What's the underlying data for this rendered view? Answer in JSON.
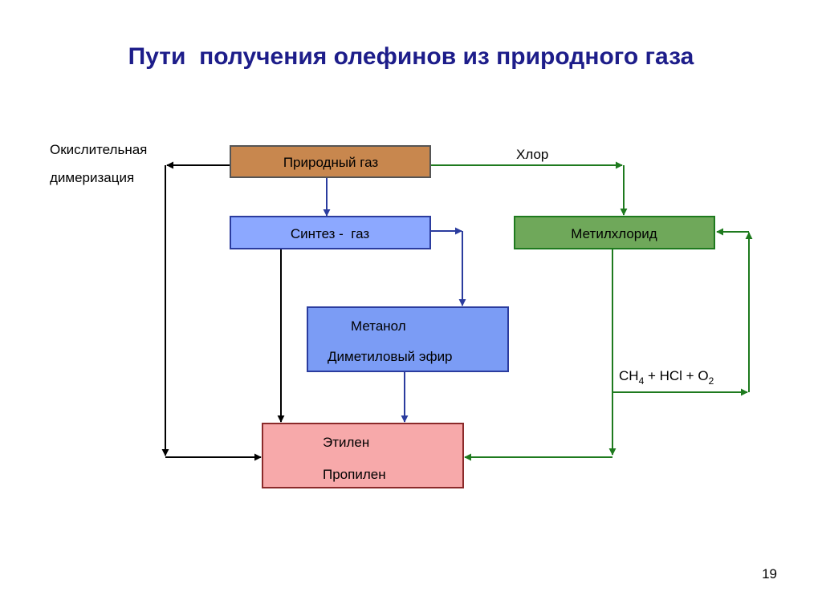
{
  "slide": {
    "title": "Пути  получения олефинов из природного газа",
    "page_number": "19"
  },
  "nodes": {
    "natural_gas": "Природный газ",
    "syngas": "Синтез -  газ",
    "methanol": "Метанол",
    "dimethyl_ether": "Диметиловый эфир",
    "methyl_chloride": "Метилхлорид",
    "ethylene": "Этилен",
    "propylene": "Пропилен"
  },
  "labels": {
    "oxidative_line1": "Окислительная",
    "oxidative_line2": "димеризация",
    "chlorine": "Хлор",
    "recycle_ch4": "CH",
    "recycle_ch4_sub": "4",
    "recycle_hcl": " + HCl + O",
    "recycle_o2_sub": "2"
  },
  "colors": {
    "title": "#1d1d8a",
    "natural_gas_fill": "#c8874e",
    "syngas_fill": "#8ca8ff",
    "methanol_fill": "#7b9cf5",
    "methyl_chloride_fill": "#6fa85a",
    "olefins_fill": "#f7a9aa",
    "blue_arrow": "#2b3c9e",
    "green_arrow": "#1e7a1e",
    "black_arrow": "#000000"
  }
}
